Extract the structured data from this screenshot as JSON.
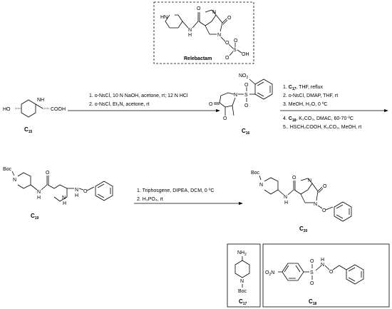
{
  "relebactam_box": {
    "label": "Relebactam"
  },
  "compounds": {
    "c15": {
      "id": "C",
      "sub": "15",
      "atoms": {
        "ho": "HO",
        "nh": "NH",
        "cooh": "COOH"
      }
    },
    "c16": {
      "id": "C",
      "sub": "16",
      "atoms": {
        "no2": "NO",
        "no2_sub": "2",
        "o_ketone": "O",
        "o_bridge": "O",
        "s": "S",
        "n": "N",
        "so_o1": "O",
        "so_o2": "O"
      }
    },
    "c19": {
      "id": "C",
      "sub": "19",
      "atoms": {
        "boc": "Boc",
        "n_pip": "N",
        "nh_amide": "N",
        "h_amide": "H",
        "o_amide": "O",
        "nh_ring": "N",
        "h_ring": "H",
        "nh_o": "N",
        "h_no": "H",
        "o_no": "O"
      }
    },
    "c20": {
      "id": "C",
      "sub": "20",
      "atoms": {
        "boc": "Boc",
        "n_pip": "N",
        "nh_amide": "N",
        "h_amide": "H",
        "o_amide": "O",
        "n_bicyc1": "N",
        "n_bicyc2": "N",
        "o_urea": "O",
        "o_no": "O"
      }
    },
    "c17": {
      "id": "C",
      "sub": "17",
      "atoms": {
        "nh2": "NH",
        "nh2_sub": "2",
        "n": "N",
        "boc": "Boc"
      }
    },
    "c18": {
      "id": "C",
      "sub": "18",
      "atoms": {
        "o2n": "O",
        "o2n_sub": "2",
        "o2n_n": "N",
        "s": "S",
        "nh": "N",
        "h": "H",
        "o_no": "O",
        "so_o1": "O",
        "so_o2": "O"
      }
    },
    "relebactam": {
      "atoms": {
        "hn": "HN",
        "n_amide": "N",
        "h_amide": "H",
        "o_amide": "O",
        "n1": "N",
        "n2": "N",
        "o_urea": "O",
        "o_n": "O",
        "s": "S",
        "o1": "O",
        "o2": "O",
        "oh": "OH"
      }
    }
  },
  "reactions": {
    "step1": {
      "lines": [
        "1. o-NsCl, 10 N NaOH, acetone, rt; 12 N HCl",
        "2. o-NsCl, Et₃N, acetone, rt"
      ]
    },
    "step2": {
      "lines_above": [
        {
          "pre": "1. ",
          "bold": "C",
          "bold_sub": "17",
          "post": ", THF, reflux"
        },
        {
          "pre": "2. o-NsCl, DMAP, THF, rt",
          "bold": "",
          "bold_sub": "",
          "post": ""
        },
        {
          "pre": "3. MeOH, H₂O, 0 ºC",
          "bold": "",
          "bold_sub": "",
          "post": ""
        }
      ],
      "lines_below": [
        {
          "pre": "4. ",
          "bold": "C",
          "bold_sub": "18",
          "post": ", K₂CO₃, DMAC, 60-70 ºC"
        },
        {
          "pre": "5.. HSCH₂COOH, K₂CO₃, MeOH, rt",
          "bold": "",
          "bold_sub": "",
          "post": ""
        }
      ]
    },
    "step3": {
      "lines": [
        "1. Triphosgene, DIPEA, DCM, 0 ºC",
        "2. H₃PO₄, rt"
      ]
    }
  }
}
